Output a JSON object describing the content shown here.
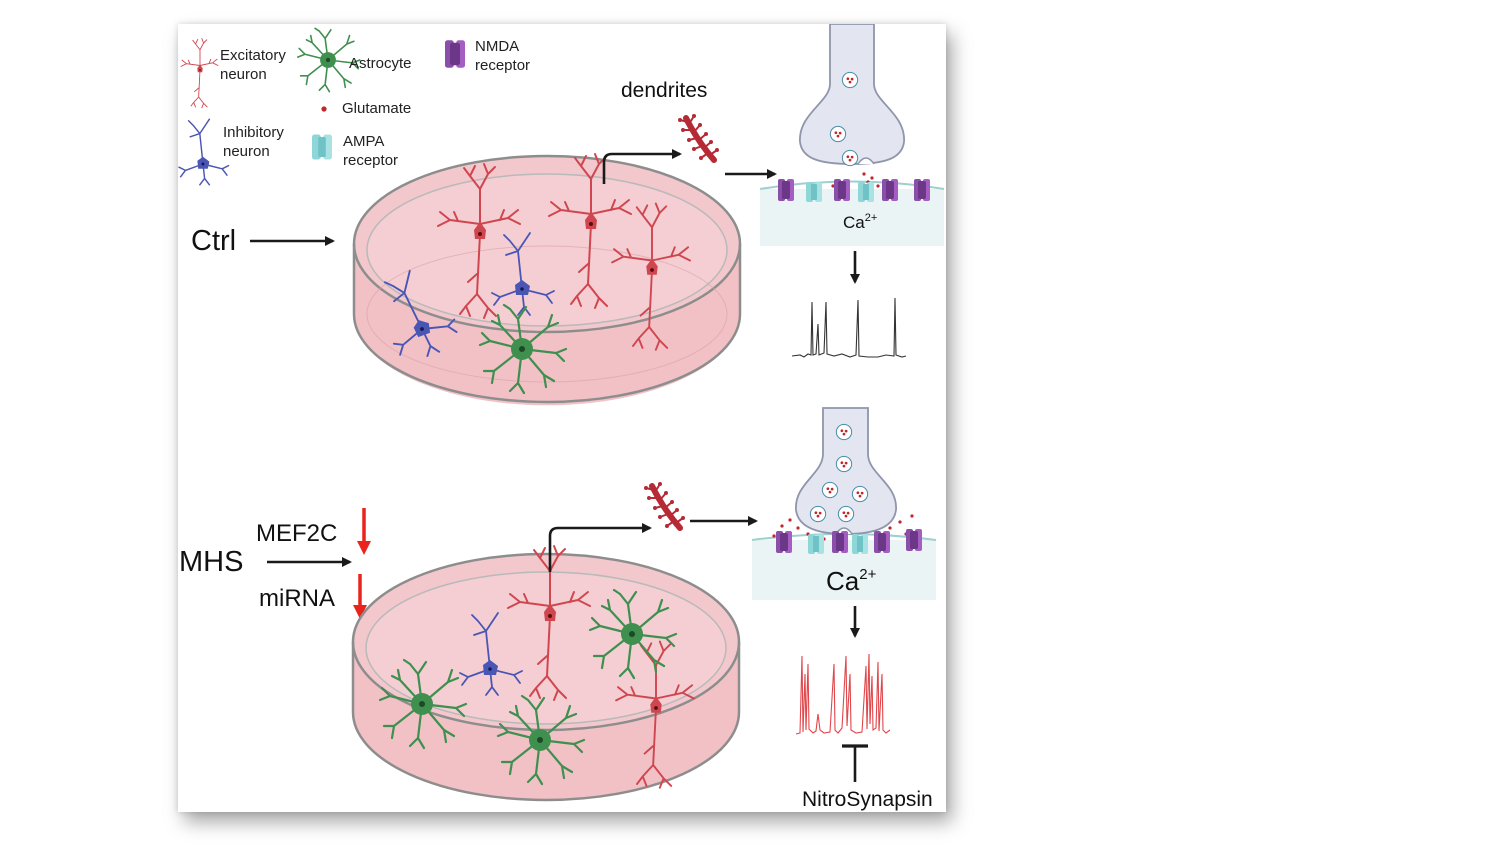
{
  "legend": {
    "excitatory_line1": "Excitatory",
    "excitatory_line2": "neuron",
    "astrocyte": "Astrocyte",
    "glutamate": "Glutamate",
    "nmda_line1": "NMDA",
    "nmda_line2": "receptor",
    "inhibitory_line1": "Inhibitory",
    "inhibitory_line2": "neuron",
    "ampa_line1": "AMPA",
    "ampa_line2": "receptor"
  },
  "top": {
    "condition": "Ctrl",
    "dendrites_label": "dendrites",
    "calcium": "Ca",
    "calcium_sup": "2+"
  },
  "bottom": {
    "condition": "MHS",
    "factor1": "MEF2C",
    "factor2": "miRNA",
    "calcium": "Ca",
    "calcium_sup": "2+",
    "inhibitor": "NitroSynapsin"
  },
  "colors": {
    "excitatory": "#d0464f",
    "inhibitory": "#4a56b4",
    "astrocyte": "#3f8f4f",
    "nmda": "#8a4fa8",
    "ampa": "#8fd6d8",
    "dish": "#f1c1c6",
    "down_arrow": "#e8241c",
    "trace_ctrl": "#333333",
    "trace_mhs": "#e0474c"
  },
  "icons": [
    "excitatory-neuron-icon",
    "astrocyte-icon",
    "glutamate-icon",
    "nmda-receptor-icon",
    "inhibitory-neuron-icon",
    "ampa-receptor-icon",
    "petri-dish-icon",
    "dendrite-icon",
    "synapse-icon",
    "calcium-trace-icon",
    "down-arrow-icon",
    "inhibition-bar-icon"
  ]
}
